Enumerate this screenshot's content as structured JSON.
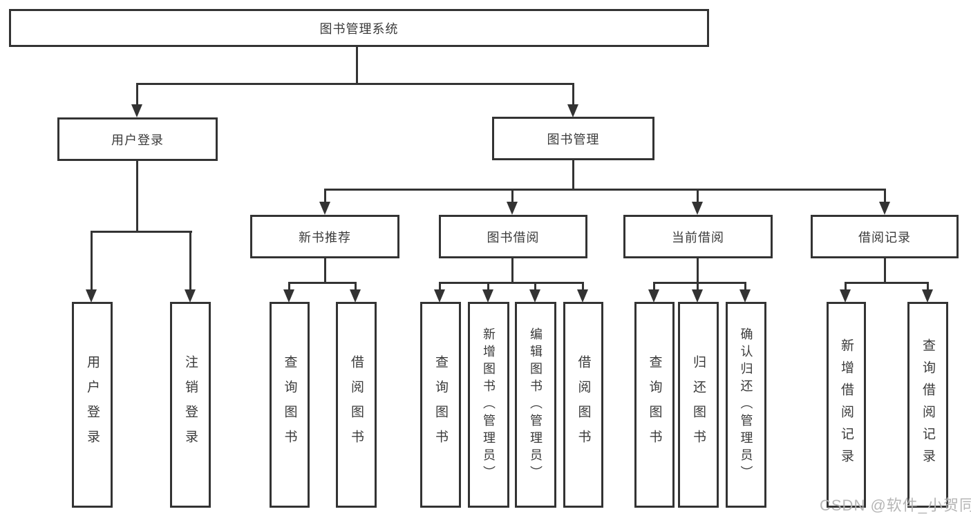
{
  "diagram": {
    "root": {
      "label": "图书管理系统"
    },
    "level2": [
      {
        "label": "用户登录"
      },
      {
        "label": "图书管理"
      }
    ],
    "level3": [
      {
        "label": "新书推荐"
      },
      {
        "label": "图书借阅"
      },
      {
        "label": "当前借阅"
      },
      {
        "label": "借阅记录"
      }
    ],
    "leaves": {
      "user_login": [
        "用户登录",
        "注销登录"
      ],
      "new_book_recommend": [
        "查询图书",
        "借阅图书"
      ],
      "book_borrow": [
        "查询图书",
        "新增图书（管理员）",
        "编辑图书（管理员）",
        "借阅图书"
      ],
      "current_borrow": [
        "查询图书",
        "归还图书",
        "确认归还（管理员）"
      ],
      "borrow_record": [
        "新增借阅记录",
        "查询借阅记录"
      ]
    }
  },
  "watermark": {
    "text": "CSDN @软件_小贺同学",
    "color": "#b2b2b2"
  },
  "colors": {
    "line": "#333333",
    "box_border": "#333333",
    "text": "#3a3a3a",
    "background": "#ffffff"
  }
}
